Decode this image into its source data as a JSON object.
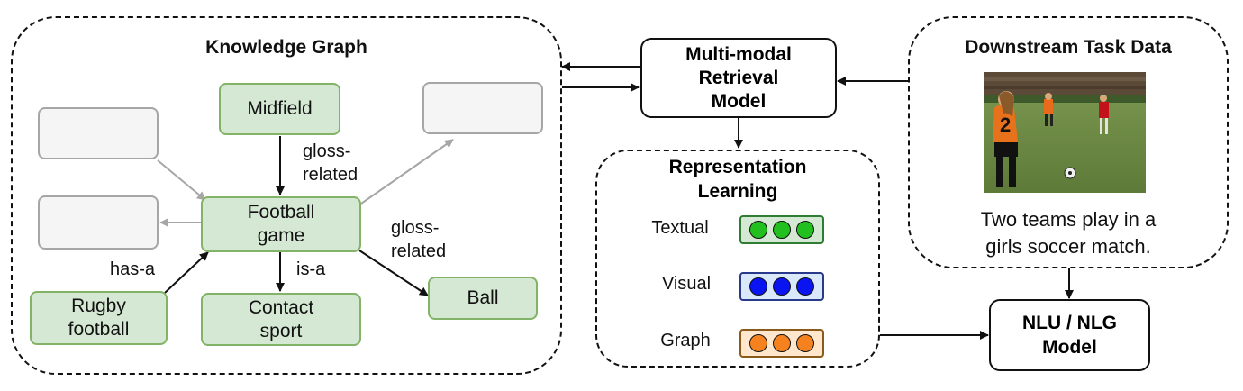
{
  "knowledge_graph": {
    "title": "Knowledge Graph",
    "nodes": {
      "midfield": "Midfield",
      "football_line1": "Football",
      "football_line2": "game",
      "rugby_line1": "Rugby",
      "rugby_line2": "football",
      "contact_line1": "Contact",
      "contact_line2": "sport",
      "ball": "Ball"
    },
    "edges": {
      "gloss_related_1_line1": "gloss-",
      "gloss_related_1_line2": "related",
      "gloss_related_2_line1": "gloss-",
      "gloss_related_2_line2": "related",
      "has_a": "has-a",
      "is_a": "is-a"
    }
  },
  "retrieval": {
    "line1": "Multi-modal",
    "line2": "Retrieval",
    "line3": "Model"
  },
  "representation": {
    "title_line1": "Representation",
    "title_line2": "Learning",
    "rows": [
      {
        "label": "Textual",
        "fill": "#22c01e",
        "border": "#2e7d32",
        "bg": "#d5e8d4"
      },
      {
        "label": "Visual",
        "fill": "#0a14f0",
        "border": "#2a3a8a",
        "bg": "#dae8fc"
      },
      {
        "label": "Graph",
        "fill": "#f5821f",
        "border": "#8a5a1a",
        "bg": "#ffe6cc"
      }
    ]
  },
  "downstream": {
    "title": "Downstream Task Data",
    "caption_line1": "Two teams play in a",
    "caption_line2": "girls soccer match."
  },
  "nlu": {
    "line1": "NLU / NLG",
    "line2": "Model"
  }
}
